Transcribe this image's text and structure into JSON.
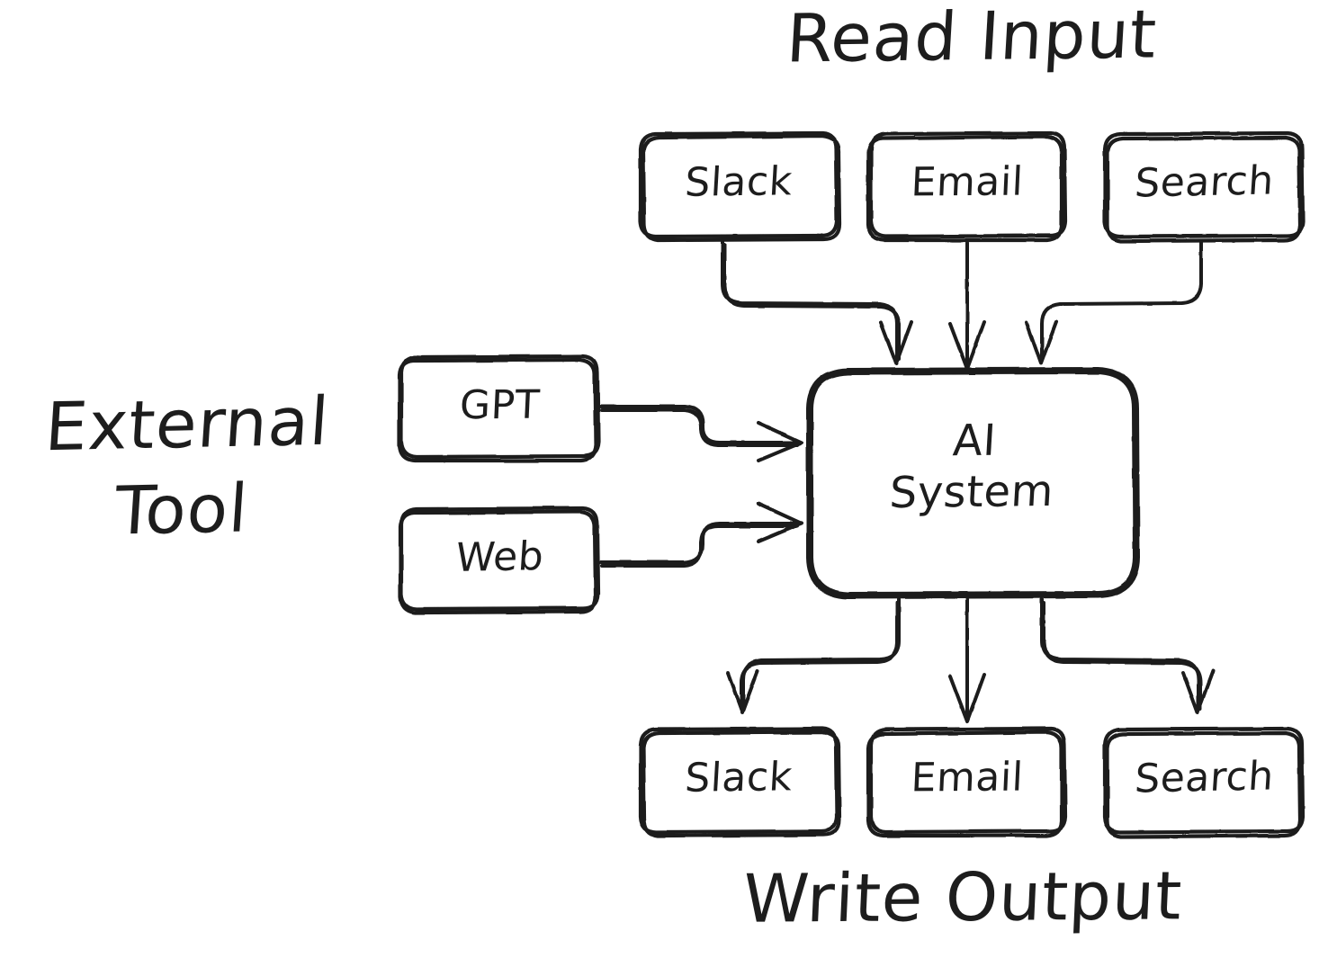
{
  "diagram": {
    "title": "AI System input/output diagram",
    "style": "hand-drawn sketch",
    "ink_color": "#1d1d1d",
    "background_color": "#ffffff"
  },
  "group_labels": {
    "read_input": "Read Input",
    "external_tool": "External\nTool",
    "write_output": "Write Output"
  },
  "center": {
    "label": "AI\nSystem"
  },
  "inputs": [
    {
      "label": "Slack"
    },
    {
      "label": "Email"
    },
    {
      "label": "Search"
    }
  ],
  "external_tools": [
    {
      "label": "GPT"
    },
    {
      "label": "Web"
    }
  ],
  "outputs": [
    {
      "label": "Slack"
    },
    {
      "label": "Email"
    },
    {
      "label": "Search"
    }
  ]
}
